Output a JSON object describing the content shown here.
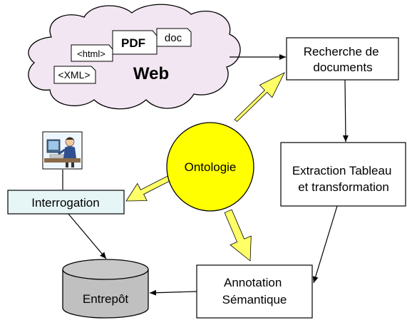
{
  "cloud": {
    "label": "Web",
    "docs": {
      "pdf": "PDF",
      "doc": "doc",
      "html": "<html>",
      "xml": "<XML>"
    }
  },
  "boxes": {
    "recherche": [
      "Recherche de",
      "documents"
    ],
    "extraction": [
      "Extraction Tableau",
      "et transformation"
    ],
    "annotation": [
      "Annotation",
      "Sémantique"
    ],
    "interrogation": "Interrogation"
  },
  "ontology": "Ontologie",
  "storage": "Entrepôt",
  "colors": {
    "ontology_fill": "#ffff00",
    "arrow_fill": "#ffff66",
    "interrogation_fill": "#e6f5f5",
    "cylinder_fill": "#c0c0c0",
    "cloud_fill": "#f2e6f2"
  },
  "icons": {
    "user": "user-at-computer-icon"
  }
}
